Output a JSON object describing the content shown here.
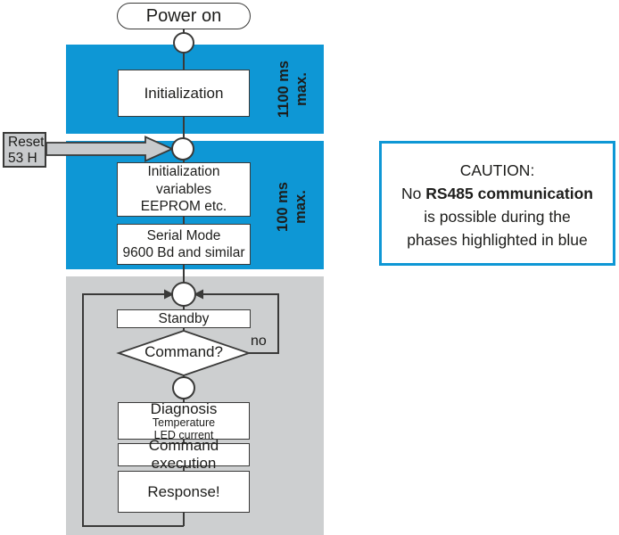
{
  "colors": {
    "phase_blue": "#0E97D5",
    "loop_gray": "#CDCFD0",
    "line_dark": "#3A3A39",
    "reset_gray": "#C8CACC"
  },
  "flowchart": {
    "start_label": "Power on",
    "phase1": {
      "box": "Initialization",
      "duration": [
        "1100 ms",
        "max."
      ]
    },
    "reset": {
      "lines": [
        "Reset",
        "53 H"
      ]
    },
    "phase2": {
      "init_box": [
        "Initialization",
        "variables",
        "EEPROM etc."
      ],
      "serial_box": [
        "Serial Mode",
        "9600 Bd and similar"
      ],
      "duration": [
        "100 ms",
        "max."
      ]
    },
    "loop": {
      "standby": "Standby",
      "decision": "Command?",
      "no_label": "no",
      "diagnosis": [
        "Diagnosis",
        "Temperature",
        "LED current"
      ],
      "command_execution": "Command execution",
      "response": "Response!"
    }
  },
  "caution": {
    "heading": "CAUTION:",
    "line2_prefix": "No ",
    "line2_bold": "RS485 communication",
    "line3": "is possible during the",
    "line4": "phases highlighted in blue"
  }
}
